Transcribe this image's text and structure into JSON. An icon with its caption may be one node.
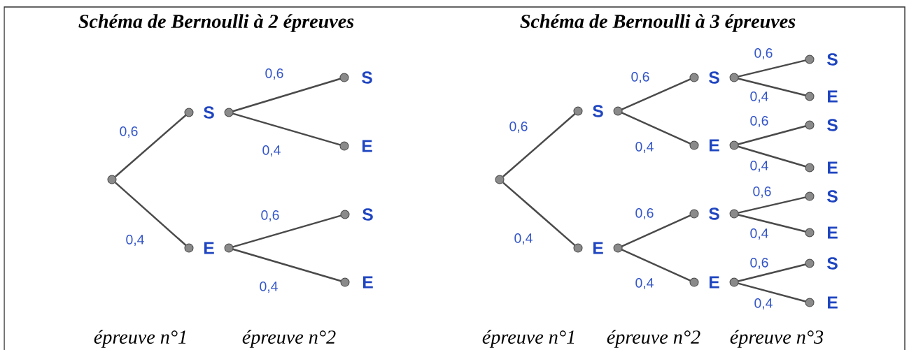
{
  "diagram": {
    "nodes": [
      {
        "text": [],
        "shape": "circle"
      },
      {
        "text": [
          "S"
        ]
      },
      {
        "text": [
          "E"
        ]
      },
      {
        "text": [
          "S"
        ]
      },
      {
        "text": [
          "E"
        ]
      },
      {
        "text": [
          "S"
        ]
      },
      {
        "text": [
          "E"
        ]
      },
      {
        "text": [],
        "shape": "circle"
      },
      {
        "text": [
          "S"
        ]
      },
      {
        "text": [
          "E"
        ]
      },
      {
        "text": [
          "S"
        ]
      },
      {
        "text": [
          "E"
        ]
      },
      {
        "text": [
          "S"
        ]
      },
      {
        "text": [
          "E"
        ]
      },
      {
        "text": [
          "S"
        ]
      },
      {
        "text": [
          "E"
        ]
      },
      {
        "text": [
          "S"
        ]
      },
      {
        "text": [
          "E"
        ]
      },
      {
        "text": [
          "S"
        ]
      },
      {
        "text": [
          "E"
        ]
      },
      {
        "text": [
          "S"
        ]
      },
      {
        "text": [
          "E"
        ]
      }
    ],
    "edges": [
      {
        "from": 0,
        "to": 1,
        "arrow": "none",
        "label": "0,6"
      },
      {
        "from": 0,
        "to": 2,
        "arrow": "none",
        "label": "0,4"
      },
      {
        "from": 1,
        "to": 3,
        "arrow": "none",
        "label": "0,6"
      },
      {
        "from": 1,
        "to": 4,
        "arrow": "none",
        "label": "0,4"
      },
      {
        "from": 2,
        "to": 5,
        "arrow": "none",
        "label": "0,6"
      },
      {
        "from": 2,
        "to": 6,
        "arrow": "none",
        "label": "0,4"
      },
      {
        "from": 7,
        "to": 8,
        "arrow": "none",
        "label": "0,6"
      },
      {
        "from": 7,
        "to": 9,
        "arrow": "none",
        "label": "0,4"
      },
      {
        "from": 8,
        "to": 10,
        "arrow": "none",
        "label": "0,6"
      },
      {
        "from": 8,
        "to": 11,
        "arrow": "none",
        "label": "0,4"
      },
      {
        "from": 9,
        "to": 12,
        "arrow": "none",
        "label": "0,6"
      },
      {
        "from": 9,
        "to": 13,
        "arrow": "none",
        "label": "0,4"
      },
      {
        "from": 10,
        "to": 14,
        "arrow": "none",
        "label": "0,6"
      },
      {
        "from": 10,
        "to": 15,
        "arrow": "none",
        "label": "0,4"
      },
      {
        "from": 11,
        "to": 16,
        "arrow": "none",
        "label": "0,6"
      },
      {
        "from": 11,
        "to": 17,
        "arrow": "none",
        "label": "0,4"
      },
      {
        "from": 12,
        "to": 18,
        "arrow": "none",
        "label": "0,6"
      },
      {
        "from": 12,
        "to": 19,
        "arrow": "none",
        "label": "0,4"
      },
      {
        "from": 13,
        "to": 20,
        "arrow": "none",
        "label": "0,6"
      },
      {
        "from": 13,
        "to": 21,
        "arrow": "none",
        "label": "0,4"
      }
    ],
    "labels": [
      "Schéma de Bernoulli à 2 épreuves",
      "Schéma de Bernoulli à 3 épreuves",
      "épreuve n°1",
      "épreuve n°2",
      "épreuve n°1",
      "épreuve n°2",
      "épreuve n°3"
    ]
  }
}
